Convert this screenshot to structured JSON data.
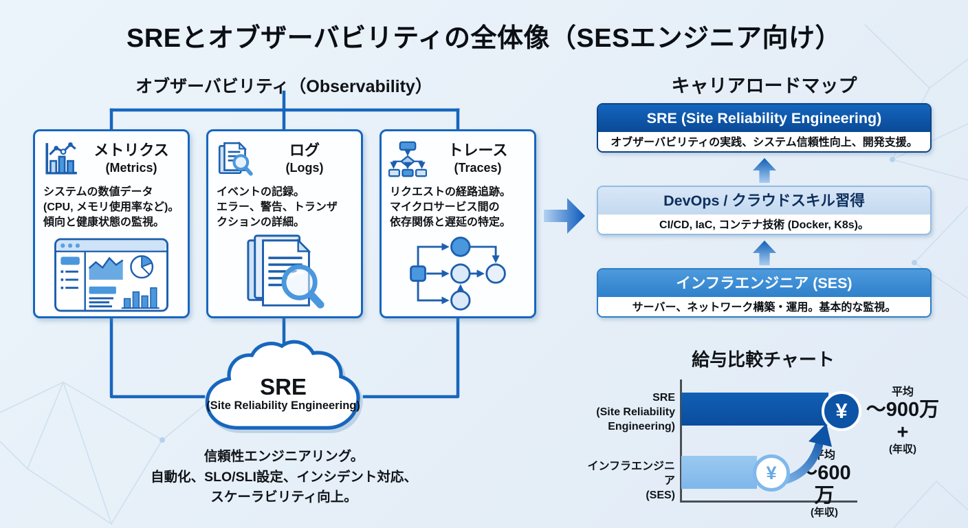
{
  "title": "SREとオブザーバビリティの全体像（SESエンジニア向け）",
  "colors": {
    "background": "#e7f0f8",
    "line_blue": "#1766be",
    "dark_blue": "#0d53a6",
    "medium_blue": "#3e8ed6",
    "light_blue_bar": "#8ec3ef",
    "header_light_blue": "#cfe0f3",
    "navy_text": "#0d2f5e"
  },
  "observability": {
    "heading": "オブザーバビリティ（Observability）",
    "cards": [
      {
        "icon": "metrics-bar-chart-icon",
        "title": "メトリクス",
        "subtitle": "(Metrics)",
        "description": "システムの数値データ\n(CPU, メモリ使用率など)。\n傾向と健康状態の監視。"
      },
      {
        "icon": "log-document-search-icon",
        "title": "ログ",
        "subtitle": "(Logs)",
        "description": "イベントの記録。\nエラー、警告、トランザ\nクションの詳細。"
      },
      {
        "icon": "trace-flowchart-icon",
        "title": "トレース",
        "subtitle": "(Traces)",
        "description": "リクエストの経路追跡。\nマイクロサービス間の\n依存関係と遅延の特定。"
      }
    ],
    "cloud": {
      "title": "SRE",
      "subtitle": "(Site Reliability Engineering)"
    },
    "footnote": "信頼性エンジニアリング。\n自動化、SLO/SLI設定、インシデント対応、\nスケーラビリティ向上。"
  },
  "roadmap": {
    "heading": "キャリアロードマップ",
    "levels": [
      {
        "title": "SRE (Site Reliability Engineering)",
        "description": "オブザーバビリティの実践、システム信頼性向上、開発支援。",
        "style": "dark"
      },
      {
        "title": "DevOps / クラウドスキル習得",
        "description": "CI/CD, IaC, コンテナ技術 (Docker, K8s)。",
        "style": "light"
      },
      {
        "title": "インフラエンジニア (SES)",
        "description": "サーバー、ネットワーク構築・運用。基本的な監視。",
        "style": "medium"
      }
    ]
  },
  "chart_data": {
    "type": "bar",
    "orientation": "horizontal",
    "title": "給与比較チャート",
    "categories": [
      "SRE (Site Reliability Engineering)",
      "インフラエンジニア (SES)"
    ],
    "series": [
      {
        "name": "平均年収（万円）",
        "values": [
          900,
          600
        ]
      }
    ],
    "xlim": [
      0,
      1000
    ],
    "grid": false,
    "legend": "none",
    "bars": [
      {
        "label": "SRE\n(Site Reliability\nEngineering)",
        "symbol": "¥",
        "avg": "平均",
        "value": "～900万+",
        "note": "(年収)",
        "color": "#0d53a6"
      },
      {
        "label": "インフラエンジニア\n(SES)",
        "symbol": "¥",
        "avg": "平均",
        "value": "～600万",
        "note": "(年収)",
        "color": "#8ec3ef"
      }
    ]
  }
}
